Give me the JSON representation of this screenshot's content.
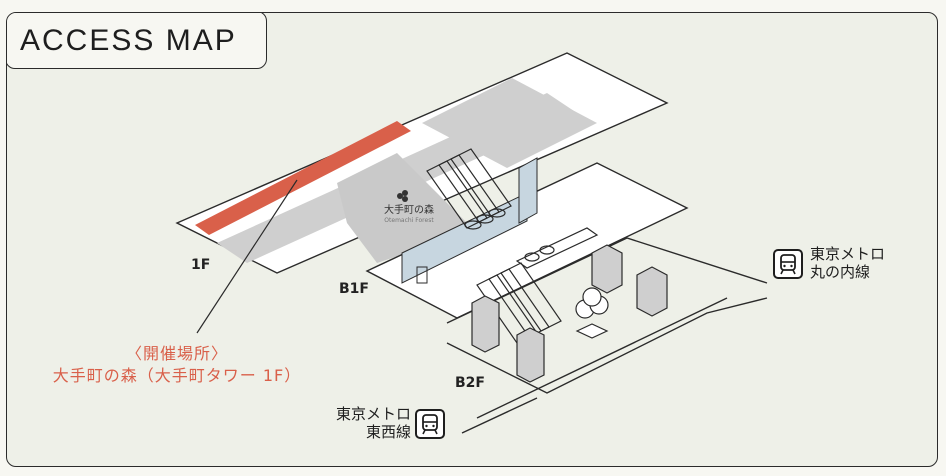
{
  "title": "ACCESS MAP",
  "floors": {
    "f1": "1F",
    "b1": "B1F",
    "b2": "B2F"
  },
  "venue": {
    "line1": "〈開催場所〉",
    "line2": "大手町の森（大手町タワー 1F）"
  },
  "venue_logo": {
    "name": "大手町の森",
    "sub": "Otemachi Forest"
  },
  "metro_marunouchi": {
    "line1": "東京メトロ",
    "line2": "丸の内線",
    "icon": "subway-train-icon"
  },
  "metro_tozai": {
    "line1": "東京メトロ",
    "line2": "東西線",
    "icon": "subway-train-icon"
  },
  "colors": {
    "accent": "#d9604a",
    "building": "#cfcfcf",
    "glass": "#c7d6e0",
    "outline": "#2b2b2b",
    "background": "#eef0e8"
  }
}
